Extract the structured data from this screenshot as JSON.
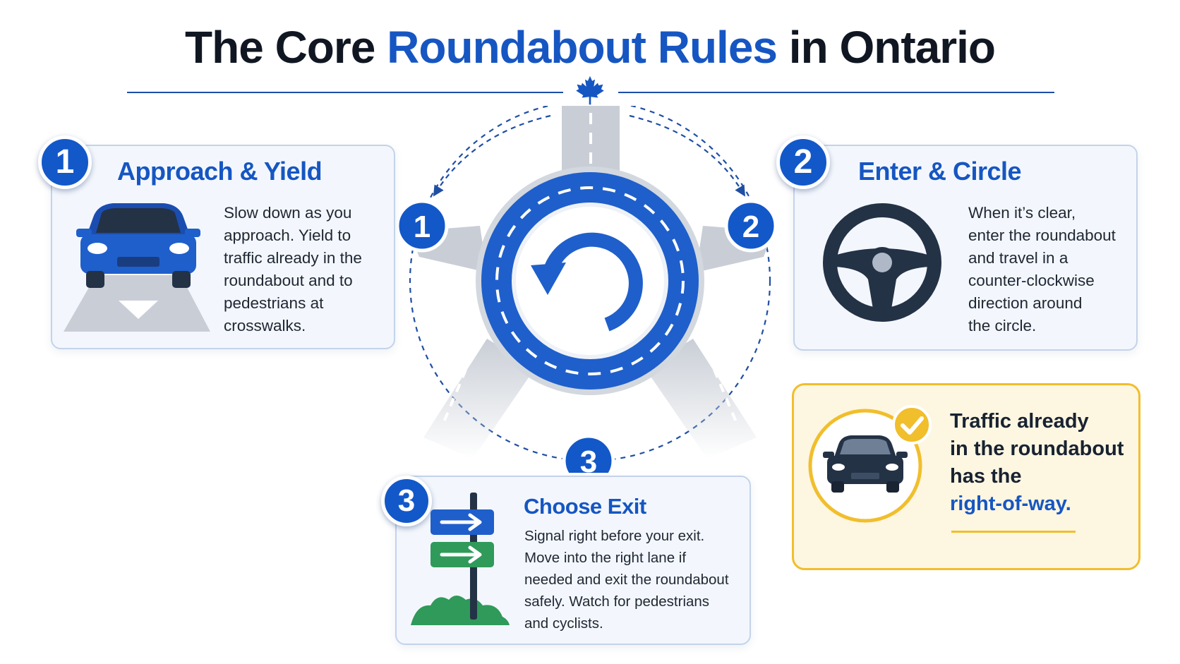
{
  "title": {
    "part1": "The Core ",
    "highlight": "Roundabout Rules",
    "part2": " in Ontario"
  },
  "steps": [
    {
      "number": "1",
      "title": "Approach & Yield",
      "lines": [
        "Slow down as you",
        "approach. Yield to",
        "traffic already in the",
        "roundabout and to",
        "pedestrians at",
        "crosswalks."
      ]
    },
    {
      "number": "2",
      "title": "Enter & Circle",
      "lines": [
        "When it’s clear,",
        "enter the roundabout",
        "and travel in a",
        "counter-clockwise",
        "direction around",
        "the circle."
      ]
    },
    {
      "number": "3",
      "title": "Choose Exit",
      "lines": [
        "Signal right before your exit.",
        "Move into the right lane if",
        "needed and exit the roundabout",
        "safely. Watch for pedestrians",
        "and cyclists."
      ]
    }
  ],
  "diagram_markers": [
    "1",
    "2",
    "3"
  ],
  "right_of_way": {
    "line1": "Traffic already",
    "line2": "in the roundabout",
    "line3": "has the",
    "highlight": "right-of-way."
  },
  "colors": {
    "accent_blue": "#1656c2",
    "badge_blue": "#1358c9",
    "road_gray": "#c9ced6",
    "yellow": "#f1be2c",
    "green": "#2f9a5a",
    "navy": "#243246"
  },
  "icons": [
    "maple-leaf-icon",
    "car-front-icon",
    "yield-triangle-icon",
    "steering-wheel-icon",
    "direction-sign-icon",
    "counter-clockwise-arrow-icon",
    "checkmark-icon"
  ]
}
